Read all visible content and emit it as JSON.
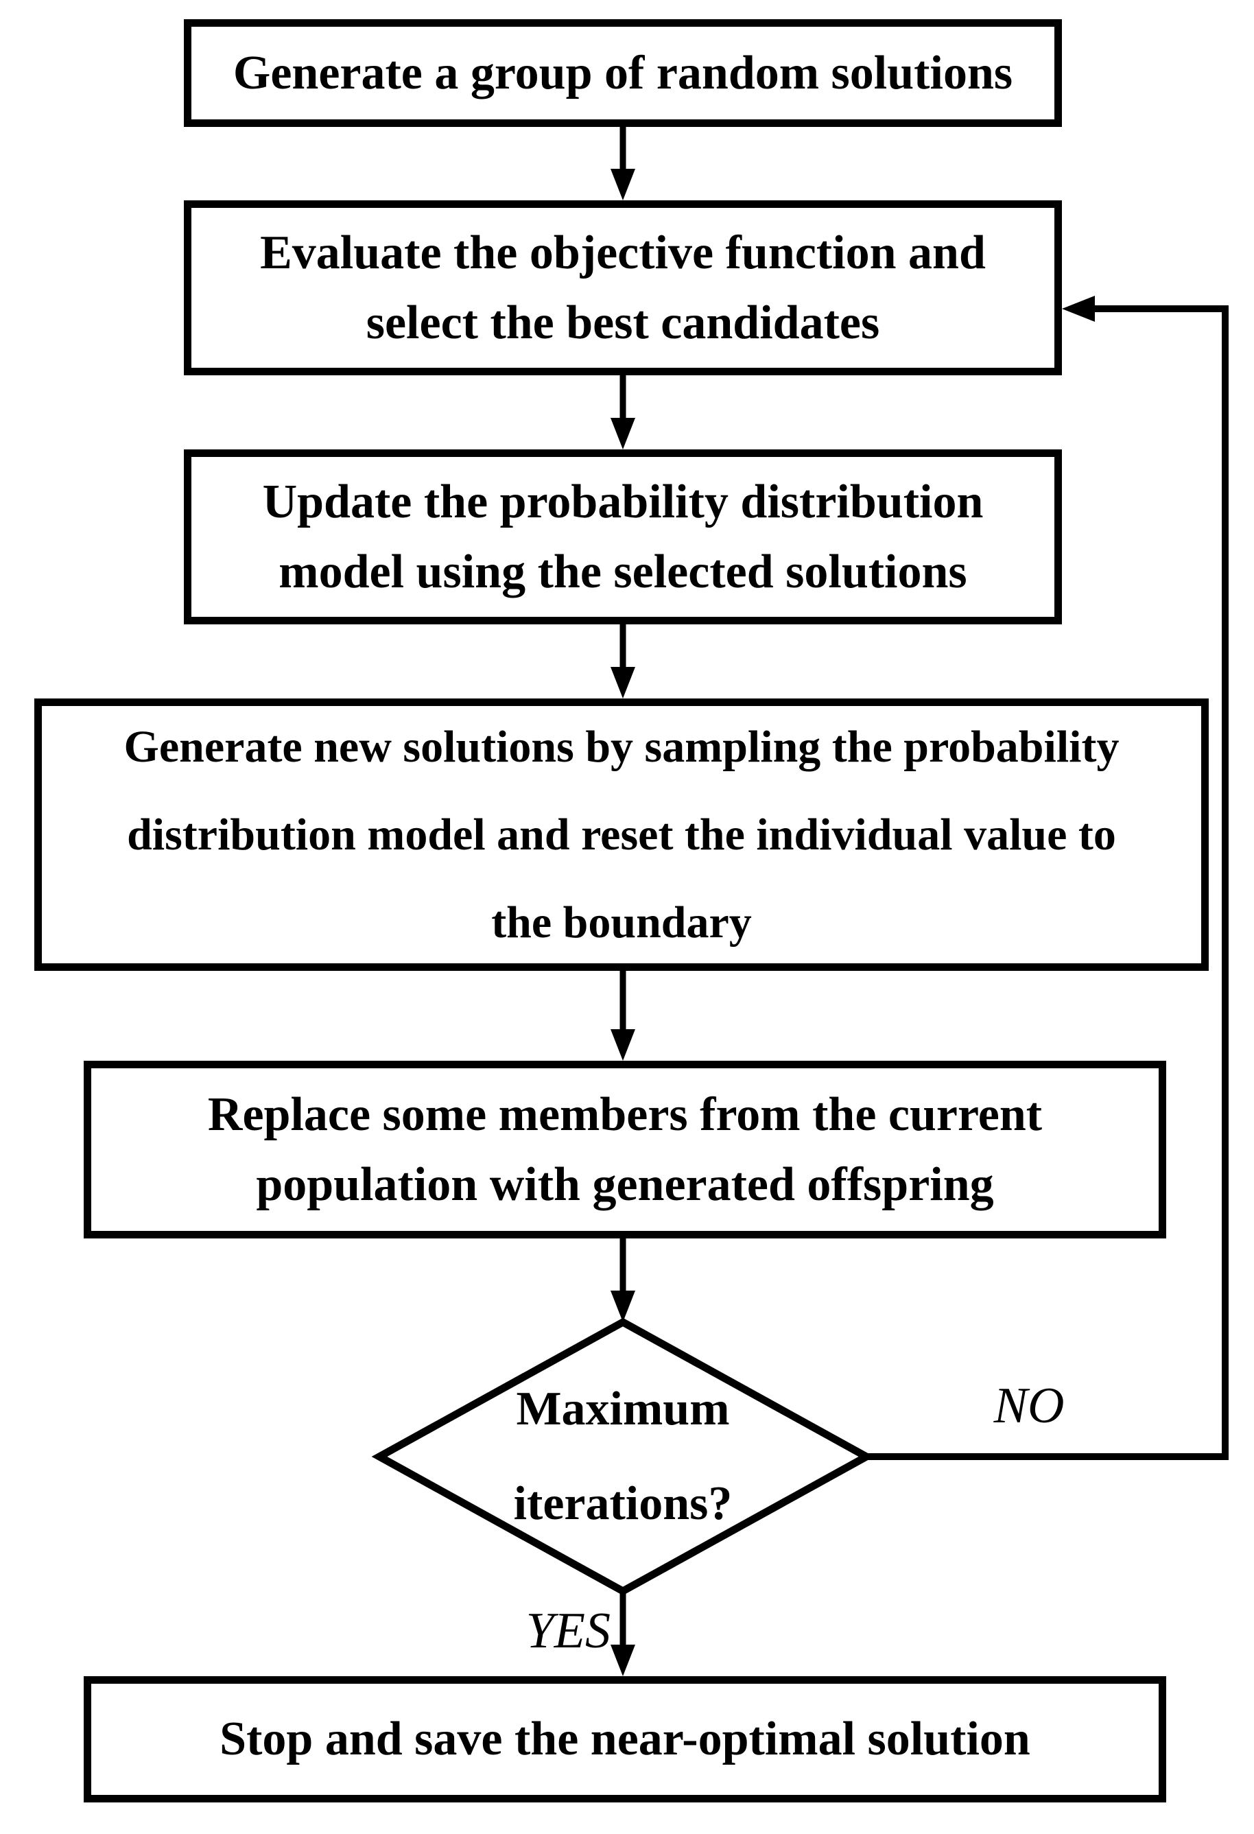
{
  "figure": {
    "kind": "flowchart",
    "background_color": "#ffffff",
    "stroke_color": "#000000",
    "text_color": "#000000"
  },
  "nodes": [
    {
      "id": "generate-random",
      "shape": "rectangle",
      "lines": [
        "Generate a group of random solutions"
      ]
    },
    {
      "id": "evaluate",
      "shape": "rectangle",
      "lines": [
        "Evaluate the objective function and",
        "select the best candidates"
      ]
    },
    {
      "id": "update-model",
      "shape": "rectangle",
      "lines": [
        "Update the probability distribution",
        "model using the selected solutions"
      ]
    },
    {
      "id": "sample-model",
      "shape": "rectangle",
      "lines": [
        "Generate new solutions by sampling the probability",
        "distribution model and reset the individual value to",
        "the boundary"
      ]
    },
    {
      "id": "replace-members",
      "shape": "rectangle",
      "lines": [
        "Replace some members from the current",
        "population with generated offspring"
      ]
    },
    {
      "id": "max-iterations",
      "shape": "diamond",
      "lines": [
        "Maximum",
        "iterations?"
      ]
    },
    {
      "id": "stop-save",
      "shape": "rectangle",
      "lines": [
        "Stop and save the near-optimal solution"
      ]
    }
  ],
  "edges": [
    {
      "from": "generate-random",
      "to": "evaluate"
    },
    {
      "from": "evaluate",
      "to": "update-model"
    },
    {
      "from": "update-model",
      "to": "sample-model"
    },
    {
      "from": "sample-model",
      "to": "replace-members"
    },
    {
      "from": "replace-members",
      "to": "max-iterations"
    },
    {
      "from": "max-iterations",
      "to": "stop-save",
      "label": "YES"
    },
    {
      "from": "max-iterations",
      "to": "evaluate",
      "label": "NO"
    }
  ]
}
